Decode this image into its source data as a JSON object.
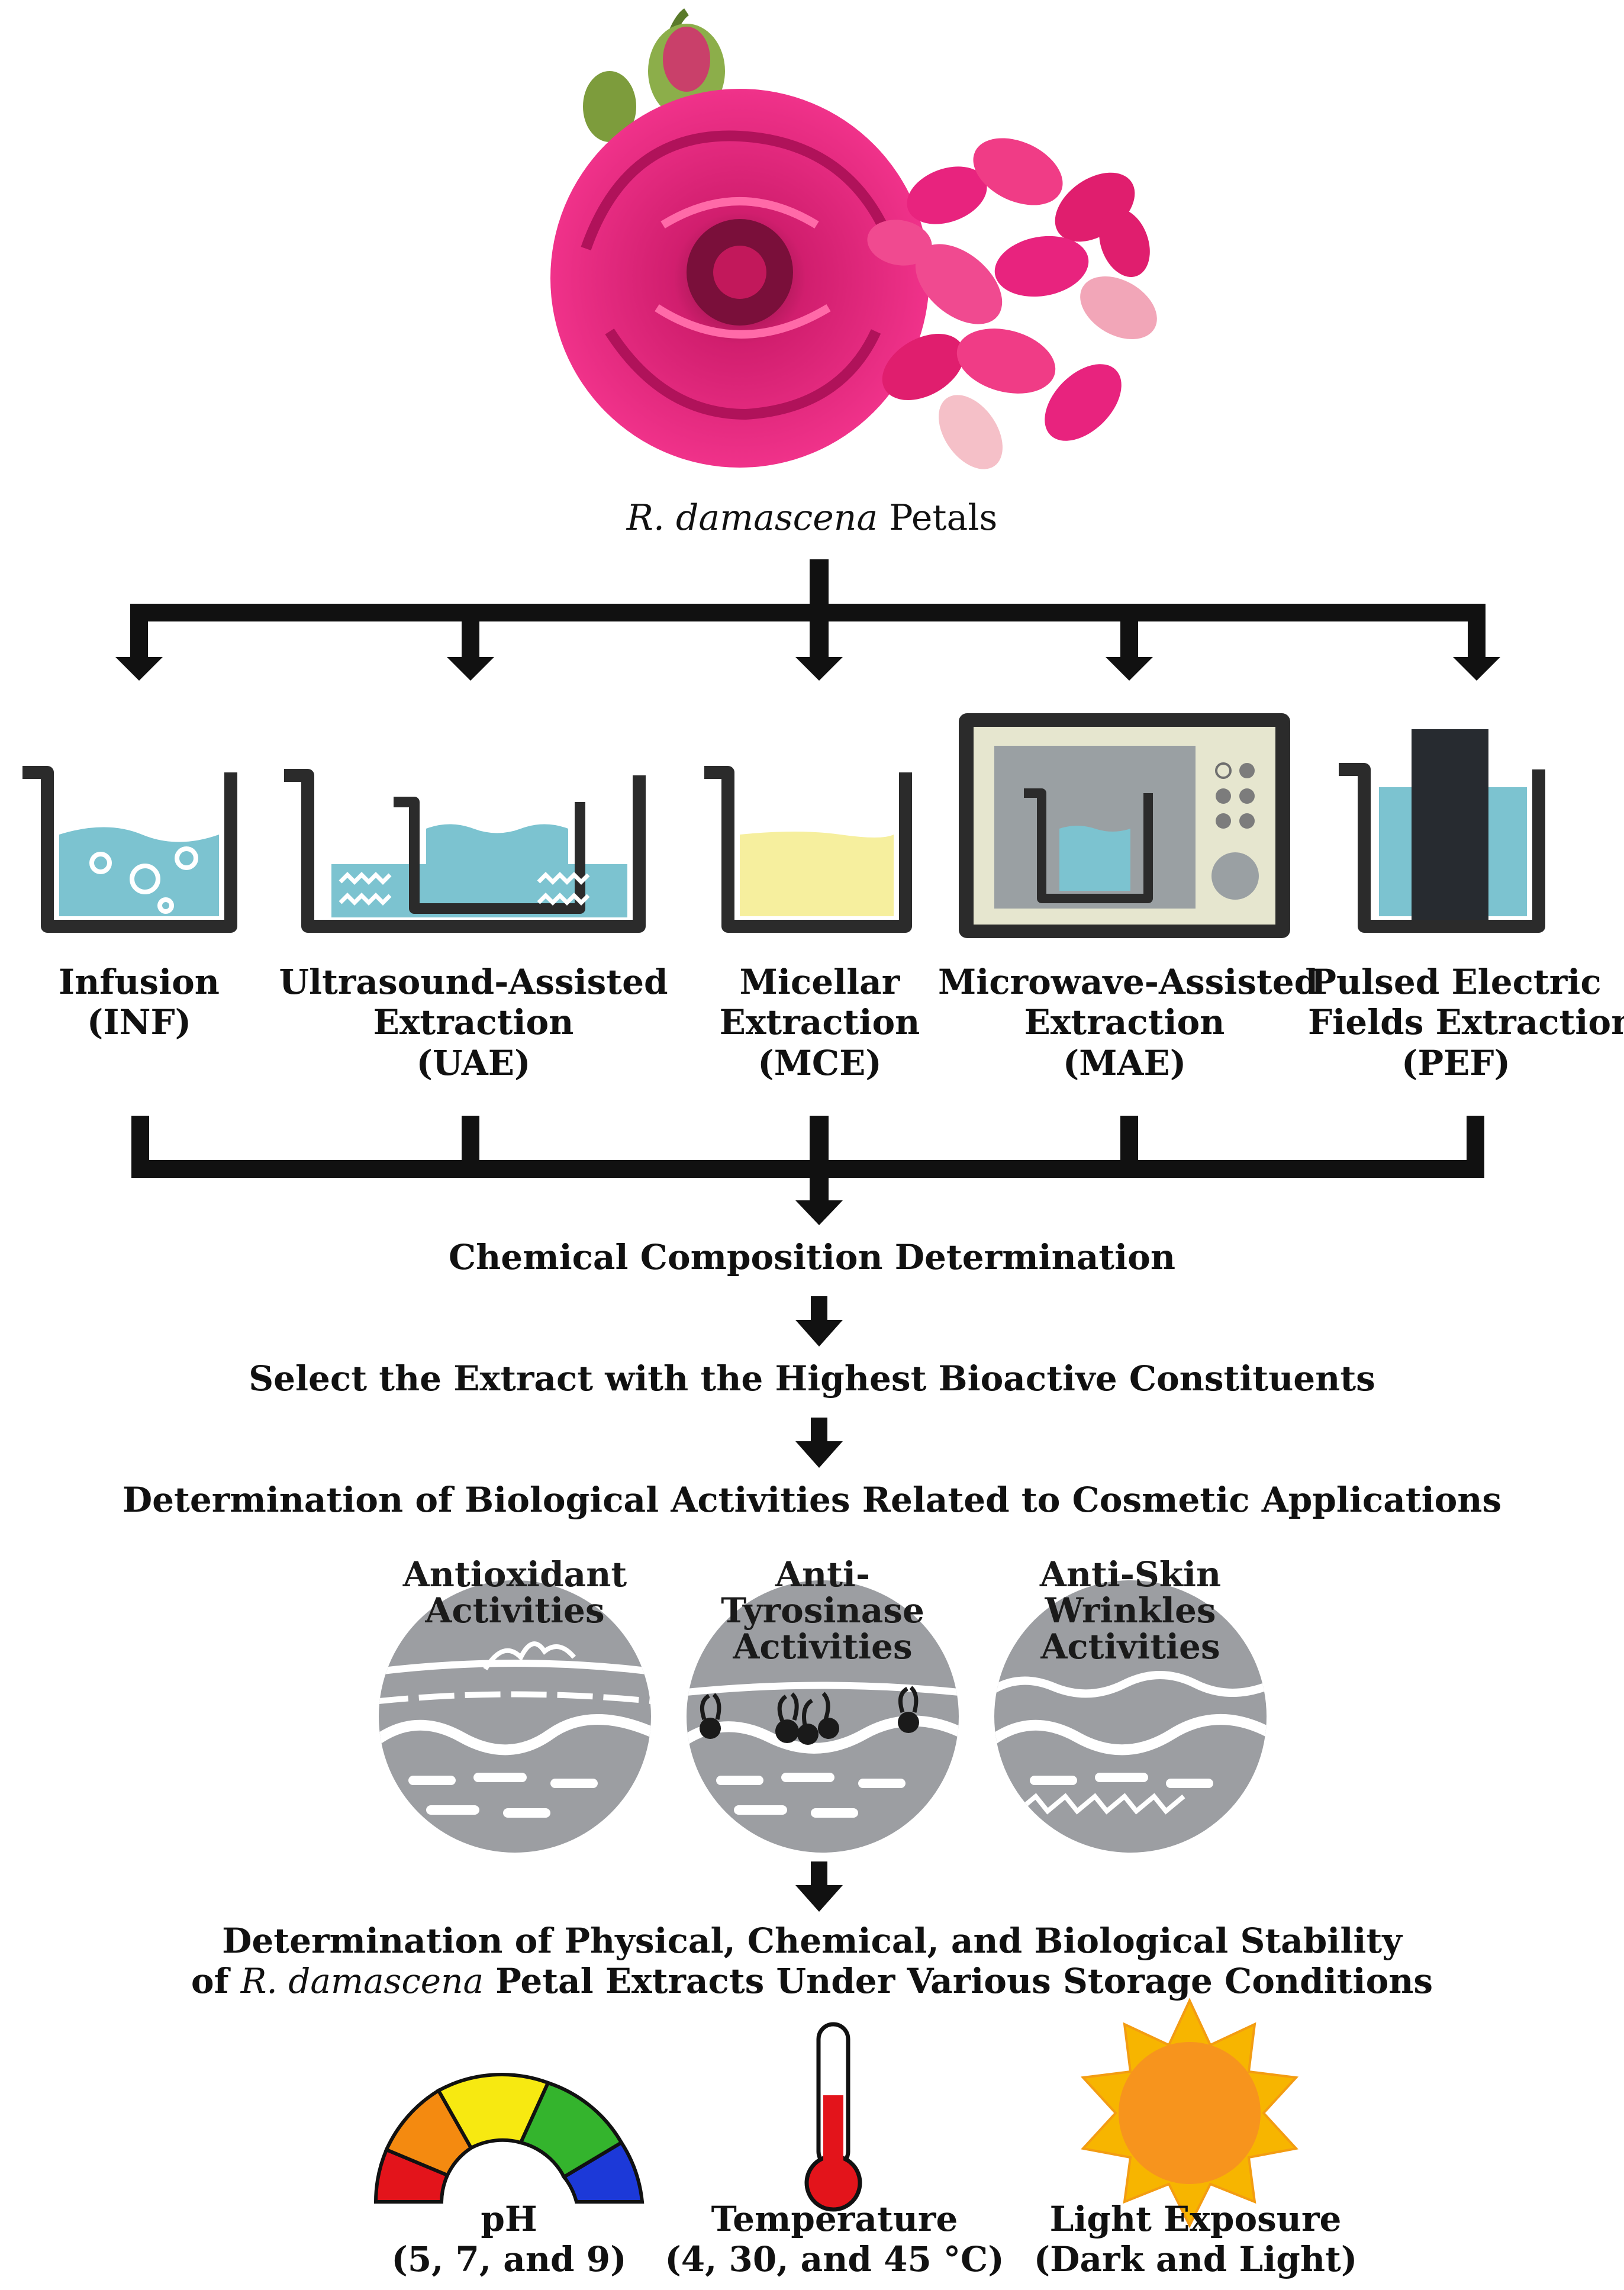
{
  "source": {
    "label_italic": "R. damascena",
    "label_rest": " Petals"
  },
  "methods": [
    {
      "line1": "Infusion",
      "line2": "(INF)",
      "line3": ""
    },
    {
      "line1": "Ultrasound-Assisted",
      "line2": "Extraction",
      "line3": "(UAE)"
    },
    {
      "line1": "Micellar",
      "line2": "Extraction",
      "line3": "(MCE)"
    },
    {
      "line1": "Microwave-Assisted",
      "line2": "Extraction",
      "line3": "(MAE)"
    },
    {
      "line1": "Pulsed Electric",
      "line2": "Fields Extraction",
      "line3": "(PEF)"
    }
  ],
  "steps": {
    "chemical": "Chemical Composition Determination",
    "select": "Select the Extract with the Highest Bioactive Constituents",
    "biological": "Determination of Biological Activities Related to Cosmetic Applications",
    "stability_line1": "Determination of Physical, Chemical, and Biological Stability",
    "stability_line2_pre": "of ",
    "stability_line2_italic": "R. damascena",
    "stability_line2_post": " Petal Extracts Under Various Storage Conditions"
  },
  "activities": [
    {
      "line1": "Antioxidant",
      "line2": "Activities",
      "line3": ""
    },
    {
      "line1": "Anti-",
      "line2": "Tyrosinase",
      "line3": "Activities"
    },
    {
      "line1": "Anti-Skin",
      "line2": "Wrinkles",
      "line3": "Activities"
    }
  ],
  "conditions": [
    {
      "line1": "pH",
      "line2": "(5, 7, and 9)"
    },
    {
      "line1": "Temperature",
      "line2": "(4, 30, and 45 °C)"
    },
    {
      "line1": "Light Exposure",
      "line2": "(Dark and Light)"
    }
  ],
  "colors": {
    "line": "#111111",
    "water": "#7cc3d0",
    "micellar": "#f6ef9e",
    "microwave_body": "#e6e6cf",
    "microwave_screen": "#9aa0a3",
    "skin_gray": "#9c9ea2",
    "rose": "#e8237e",
    "ph_red": "#e3141b",
    "ph_orange": "#f48a10",
    "ph_yellow": "#f7e911",
    "ph_green": "#34b42d",
    "ph_blue": "#1c39d8",
    "sun": "#f7b500"
  },
  "icons": [
    "rose-flower-icon",
    "rose-petals-icon",
    "beaker-icon",
    "microwave-icon",
    "skin-section-icon",
    "ph-scale-icon",
    "thermometer-icon",
    "sun-icon"
  ]
}
